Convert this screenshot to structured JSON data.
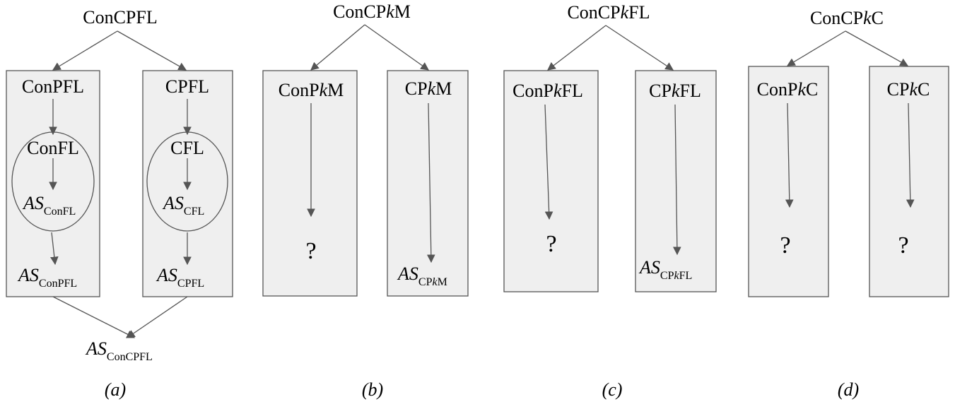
{
  "panels": {
    "a": {
      "caption": "(a)",
      "top": "ConCPFL",
      "left_box": {
        "title": "ConPFL",
        "inner_title": "ConFL",
        "inner_result_base": "AS",
        "inner_result_sub": "ConFL",
        "result_base": "AS",
        "result_sub": "ConPFL"
      },
      "right_box": {
        "title": "CPFL",
        "inner_title": "CFL",
        "inner_result_base": "AS",
        "inner_result_sub": "CFL",
        "result_base": "AS",
        "result_sub": "CPFL"
      },
      "bottom_base": "AS",
      "bottom_sub": "ConCPFL"
    },
    "b": {
      "caption": "(b)",
      "top_pre": "ConCP",
      "top_k": "k",
      "top_post": "M",
      "left_box": {
        "title_pre": "ConP",
        "title_k": "k",
        "title_post": "M",
        "result": "?"
      },
      "right_box": {
        "title_pre": "CP",
        "title_k": "k",
        "title_post": "M",
        "result_base": "AS",
        "result_sub_pre": "CP",
        "result_sub_k": "k",
        "result_sub_post": "M"
      }
    },
    "c": {
      "caption": "(c)",
      "top_pre": "ConCP",
      "top_k": "k",
      "top_post": "FL",
      "left_box": {
        "title_pre": "ConP",
        "title_k": "k",
        "title_post": "FL",
        "result": "?"
      },
      "right_box": {
        "title_pre": "CP",
        "title_k": "k",
        "title_post": "FL",
        "result_base": "AS",
        "result_sub_pre": "CP",
        "result_sub_k": "k",
        "result_sub_post": "FL"
      }
    },
    "d": {
      "caption": "(d)",
      "top_pre": "ConCP",
      "top_k": "k",
      "top_post": "C",
      "left_box": {
        "title_pre": "ConP",
        "title_k": "k",
        "title_post": "C",
        "result": "?"
      },
      "right_box": {
        "title_pre": "CP",
        "title_k": "k",
        "title_post": "C",
        "result": "?"
      }
    }
  }
}
